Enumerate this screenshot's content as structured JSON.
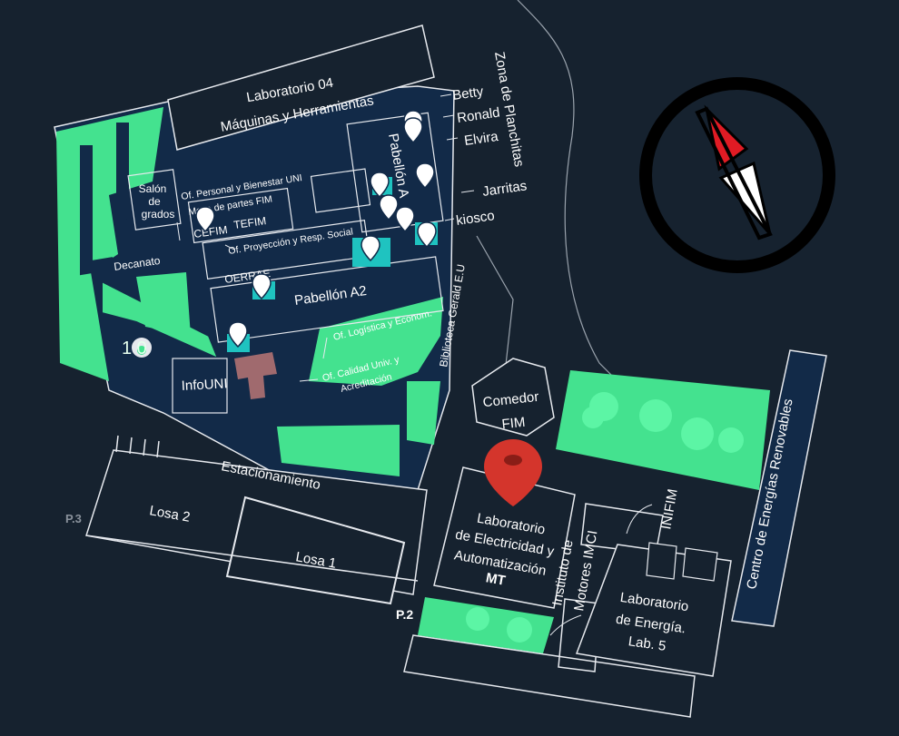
{
  "colors": {
    "background": "#16222f",
    "building": "#122a48",
    "green": "#44e28f",
    "green_light": "#5cf5a5",
    "teal": "#1fc3c0",
    "brown": "#a06a6e",
    "pin_red": "#d4352c",
    "compass_red": "#e01b24",
    "outline": "#e6e9ee"
  },
  "labels": {
    "lab04_line1": "Laboratorio 04",
    "lab04_line2": "Máquinas y Herramientas",
    "zona_planchitas": "Zona de Planchitas",
    "betty": "Betty",
    "ronald": "Ronald",
    "elvira": "Elvira",
    "jarritas": "Jarritas",
    "kiosco": "kiosco",
    "pabellon_a": "Pabellón A",
    "salon_line1": "Salón",
    "salon_line2": "de",
    "salon_line3": "grados",
    "of_personal": "Of. Personal y Bienestar UNI",
    "mesa_partes": "Mesa de partes FIM",
    "cefim": "CEFIM",
    "tefim": "TEFIM",
    "of_proyeccion": "Of. Proyección y Resp. Social",
    "decanato": "Decanato",
    "oerrae": "OERRAE",
    "pabellon_a2": "Pabellón A2",
    "of_logistica": "Of. Logística y Econom.",
    "of_calidad_line1": "Of. Calidad Univ. y",
    "of_calidad_line2": "Acreditación",
    "biblioteca": "Biblioteca Gerald E.U",
    "infouni": "InfoUNI",
    "anniversary": "1 0",
    "comedor_line1": "Comedor",
    "comedor_line2": "FIM",
    "estacionamiento": "Estacionamiento",
    "losa2": "Losa 2",
    "losa1": "Losa 1",
    "p3": "P.3",
    "p2": "P.2",
    "lab_elec_line1": "Laboratorio",
    "lab_elec_line2": "de Electricidad y",
    "lab_elec_line3": "Automatización",
    "lab_elec_line4": "MT",
    "instituto": "Instituto de",
    "motores": "Motores IMCI",
    "inifim": "INIFIM",
    "lab_energia_line1": "Laboratorio",
    "lab_energia_line2": "de Energía.",
    "lab_energia_line3": "Lab. 5",
    "centro_energias": "Centro de Energías Renovables"
  },
  "markers": [
    {
      "name": "map-pin-pabellon-a-top"
    },
    {
      "name": "map-pin-pabellon-a-mid"
    },
    {
      "name": "map-pin-pabellon-a-left"
    },
    {
      "name": "map-pin-pabellon-a-low"
    },
    {
      "name": "map-pin-pabellon-a-right"
    },
    {
      "name": "map-pin-cefim"
    },
    {
      "name": "map-pin-teal-center"
    },
    {
      "name": "map-pin-oerrae"
    },
    {
      "name": "map-pin-entrance"
    }
  ],
  "selected_location": "lab_elec"
}
